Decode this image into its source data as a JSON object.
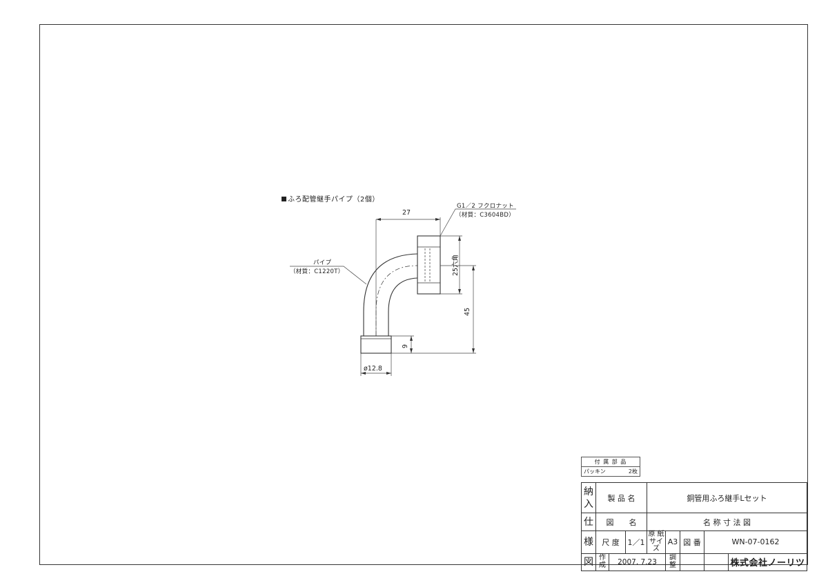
{
  "section_title": "ふろ配管継手パイプ（2個）",
  "nut_note": {
    "line1": "G1／2 フクロナット",
    "line2": "（材質：C3604BD）"
  },
  "pipe_note": {
    "line1": "パイプ",
    "line2": "（材質：C1220T）"
  },
  "dimensions": {
    "width_top": "27",
    "hex_size": "25六角",
    "height_total": "45",
    "end_length": "9",
    "diameter": "ø12.8"
  },
  "accessories": {
    "header": "付 属 部 品",
    "item": "パッキン",
    "qty": "2枚"
  },
  "title_block": {
    "side_chars": [
      "納",
      "入",
      "仕",
      "様",
      "図"
    ],
    "product_name_label": "製 品 名",
    "product_name": "銅管用ふろ継手Lセット",
    "drawing_name_label": "図　　名",
    "drawing_name": "名 称 寸 法 図",
    "scale_label": "尺 度",
    "scale": "1／1",
    "paper_size_label_1": "原 紙",
    "paper_size_label_2": "サイズ",
    "paper_size": "A3",
    "drawing_no_label": "図 番",
    "drawing_no": "WN-07-0162",
    "created_label_1": "作",
    "created_label_2": "成",
    "created_date": "2007. 7.23",
    "adjust_label_1": "調",
    "adjust_label_2": "整",
    "company": "株式会社ノーリツ"
  }
}
